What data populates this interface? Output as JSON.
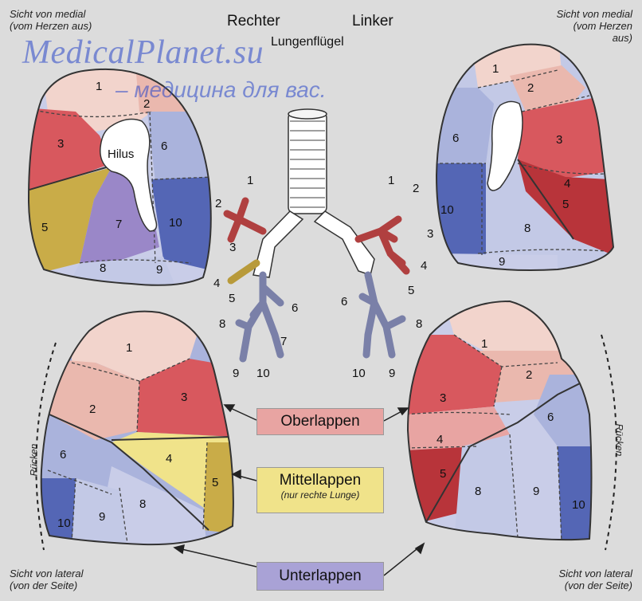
{
  "header": {
    "right_label": "Rechter",
    "left_label": "Linker",
    "sub_label": "Lungenflügel"
  },
  "watermark": {
    "line1": "MedicalPlanet.su",
    "line2": "– медицина для вас."
  },
  "corners": {
    "top_left": [
      "Sicht von medial",
      "(vom Herzen aus)"
    ],
    "top_right": [
      "Sicht von medial",
      "(vom Herzen",
      "aus)"
    ],
    "bottom_left": [
      "Sicht von lateral",
      "(von der Seite)"
    ],
    "bottom_right": [
      "Sicht von lateral",
      "(von der Seite)"
    ]
  },
  "hilus_label": "Hilus",
  "side_label": "Rücken",
  "lobes": {
    "upper": {
      "label": "Oberlappen",
      "color": "#e8a4a2"
    },
    "middle": {
      "label": "Mittellappen",
      "note": "(nur rechte Lunge)",
      "color": "#f0e38a"
    },
    "lower": {
      "label": "Unterlappen",
      "color": "#a9a2d6"
    }
  },
  "colors": {
    "seg1": "#f2d4cc",
    "seg2": "#eab8ae",
    "seg3": "#d8585e",
    "seg4": "#e6d88a",
    "seg5": "#c9ac48",
    "seg6": "#aab3dc",
    "seg7": "#9a87c8",
    "seg8": "#c3c9e6",
    "seg9": "#c9cde8",
    "seg10": "#5466b5",
    "left45": "#b8343a"
  },
  "segments": {
    "tl": [
      "1",
      "2",
      "3",
      "6",
      "5",
      "7",
      "10",
      "8",
      "9"
    ],
    "tr": [
      "1",
      "2",
      "3",
      "6",
      "4",
      "10",
      "5",
      "8",
      "9"
    ],
    "bl": [
      "1",
      "2",
      "3",
      "4",
      "6",
      "5",
      "8",
      "9",
      "10"
    ],
    "br": [
      "1",
      "2",
      "3",
      "6",
      "4",
      "5",
      "8",
      "9",
      "10"
    ]
  },
  "bronchi": {
    "right": [
      "1",
      "2",
      "3",
      "4",
      "5",
      "6",
      "7",
      "8",
      "9",
      "10"
    ],
    "left": [
      "1",
      "2",
      "3",
      "4",
      "5",
      "6",
      "8",
      "10",
      "9"
    ]
  }
}
